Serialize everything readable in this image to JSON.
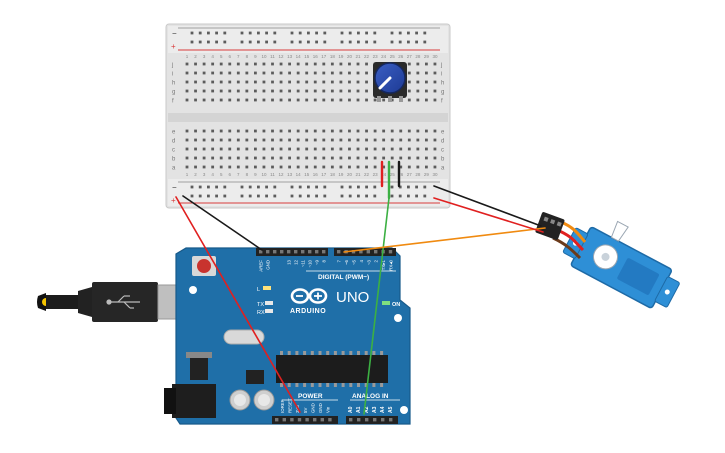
{
  "breadboard": {
    "row_letters_top": [
      "j",
      "i",
      "h",
      "g",
      "f"
    ],
    "row_letters_bottom": [
      "e",
      "d",
      "c",
      "b",
      "a"
    ],
    "rail_minus": "−",
    "rail_plus": "+",
    "column_numbers": [
      "1",
      "2",
      "3",
      "4",
      "5",
      "6",
      "7",
      "8",
      "9",
      "10",
      "11",
      "12",
      "13",
      "14",
      "15",
      "16",
      "17",
      "18",
      "19",
      "20",
      "21",
      "22",
      "23",
      "24",
      "25",
      "26",
      "27",
      "28",
      "29",
      "30"
    ]
  },
  "arduino": {
    "logo_text": "ARDUINO",
    "model_text": "UNO",
    "on_label": "ON",
    "l_label": "L",
    "tx_label": "TX",
    "rx_label": "RX",
    "digital_label": "DIGITAL (PWM~)",
    "power_label": "POWER",
    "analog_label": "ANALOG IN",
    "top_pin_labels": [
      "AREF",
      "GND",
      "13",
      "12",
      "~11",
      "~10",
      "~9",
      "8",
      "7",
      "~6",
      "~5",
      "4",
      "~3",
      "2",
      "TX▸1",
      "RX◂0"
    ],
    "power_pin_labels": [
      "IOREF",
      "RESET",
      "3V3",
      "5V",
      "GND",
      "GND",
      "Vin"
    ],
    "analog_pin_labels": [
      "A0",
      "A1",
      "A2",
      "A3",
      "A4",
      "A5"
    ]
  },
  "colors": {
    "board_blue": "#1f6fa8",
    "breadboard_body": "#e3e3e3",
    "rail_red": "#d93b3b",
    "wire_red": "#e02020",
    "wire_black": "#1a1a1a",
    "wire_green": "#3cb043",
    "wire_orange": "#f08a10",
    "servo_blue": "#2e8fd6"
  }
}
